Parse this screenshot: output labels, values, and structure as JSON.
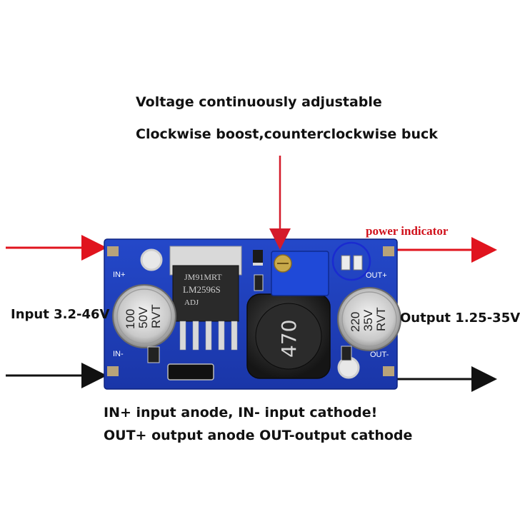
{
  "headline": {
    "line1": "Voltage continuously adjustable",
    "line2": "Clockwise boost,counterclockwise buck"
  },
  "labels": {
    "power_indicator": "power indicator",
    "input": "Input 3.2-46V",
    "output": "Output 1.25-35V"
  },
  "footer": {
    "line1": "IN+ input anode, IN- input cathode!",
    "line2": "OUT+ output anode OUT-output cathode"
  },
  "board": {
    "in_plus": "IN+",
    "in_minus": "IN-",
    "out_plus": "OUT+",
    "out_minus": "OUT-",
    "chip_text_1": "JM91MRT",
    "chip_text_2": "LM2596S",
    "chip_text_3": "ADJ",
    "cap_in_value": "100",
    "cap_in_voltage": "50V",
    "cap_in_brand": "RVT",
    "cap_out_value": "220",
    "cap_out_voltage": "35V",
    "cap_out_brand": "RVT",
    "inductor_value": "470"
  },
  "colors": {
    "arrow_red": "#e0141e",
    "arrow_black": "#111111",
    "pcb_blue": "#1a3fbf",
    "power_text": "#d0101a"
  }
}
